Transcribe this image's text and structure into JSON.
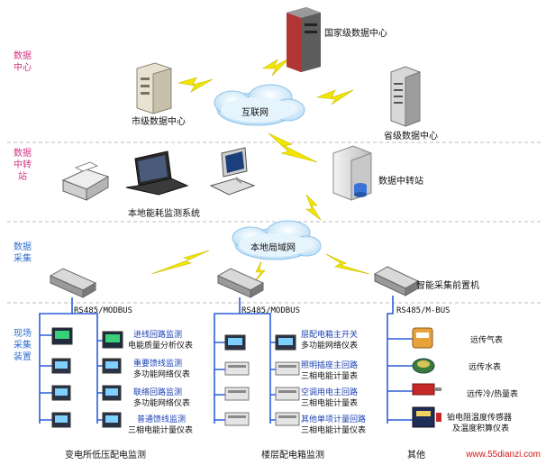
{
  "side_labels": {
    "center": "数据中心",
    "relay": "数据中转站",
    "collect": "数据采集",
    "field": "现场采集装置"
  },
  "nodes": {
    "national": "国家级数据中心",
    "city": "市级数据中心",
    "province": "省级数据中心",
    "internet": "互联网",
    "relay_station": "数据中转站",
    "local_system": "本地能耗监测系统",
    "lan": "本地局域网",
    "front_end": "智能采集前置机"
  },
  "bus": {
    "left": "RS485/MODBUS",
    "mid": "RS485/MODBUS",
    "right": "RS485/M-BUS"
  },
  "left_group": {
    "items": [
      {
        "title": "进线回路监测",
        "desc": "电能质量分析仪表"
      },
      {
        "title": "重要馈线监测",
        "desc": "多功能网络仪表"
      },
      {
        "title": "联络回路监测",
        "desc": "多功能网络仪表"
      },
      {
        "title": "普通馈线监测",
        "desc": "三相电能计量仪表"
      }
    ],
    "caption": "变电所低压配电监测"
  },
  "mid_group": {
    "items": [
      {
        "title": "层配电箱主开关",
        "desc": "多功能网络仪表"
      },
      {
        "title": "照明插座主回路",
        "desc": "三相电能计量表"
      },
      {
        "title": "空调用电主回路",
        "desc": "三相电能计量表"
      },
      {
        "title": "其他单项计量回路",
        "desc": "三相电能计量仪表"
      }
    ],
    "caption": "楼层配电箱监测"
  },
  "right_group": {
    "items": [
      {
        "title": "远传气表",
        "desc": ""
      },
      {
        "title": "远传水表",
        "desc": ""
      },
      {
        "title": "远传冷/热量表",
        "desc": ""
      },
      {
        "title": "铂电阻温度传感器",
        "desc": "及温度积算仪表"
      }
    ],
    "caption": "其他"
  },
  "watermark": "www.55dianzi.com",
  "colors": {
    "accent_red": "#d63384",
    "accent_blue": "#2f6fd0",
    "bus_blue": "#2b5fd9",
    "bolt": "#f2e600",
    "cloud": "#cfe8fb"
  }
}
